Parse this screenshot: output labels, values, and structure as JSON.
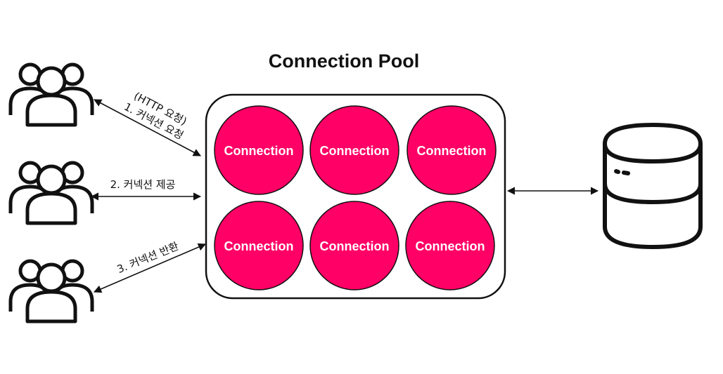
{
  "title": "Connection Pool",
  "clients": [
    {
      "icon": "users-icon"
    },
    {
      "icon": "users-icon"
    },
    {
      "icon": "users-icon"
    }
  ],
  "steps": [
    {
      "line1": "(HTTP 요청)",
      "line2": "1. 커넥션 요청"
    },
    {
      "line1": "2. 커넥션 제공"
    },
    {
      "line1": "3. 커넥션 반환"
    }
  ],
  "connections": [
    "Connection",
    "Connection",
    "Connection",
    "Connection",
    "Connection",
    "Connection"
  ],
  "database": {
    "icon": "database-icon"
  },
  "colors": {
    "connection_fill": "#ff0066",
    "stroke": "#111111",
    "background": "#ffffff"
  }
}
